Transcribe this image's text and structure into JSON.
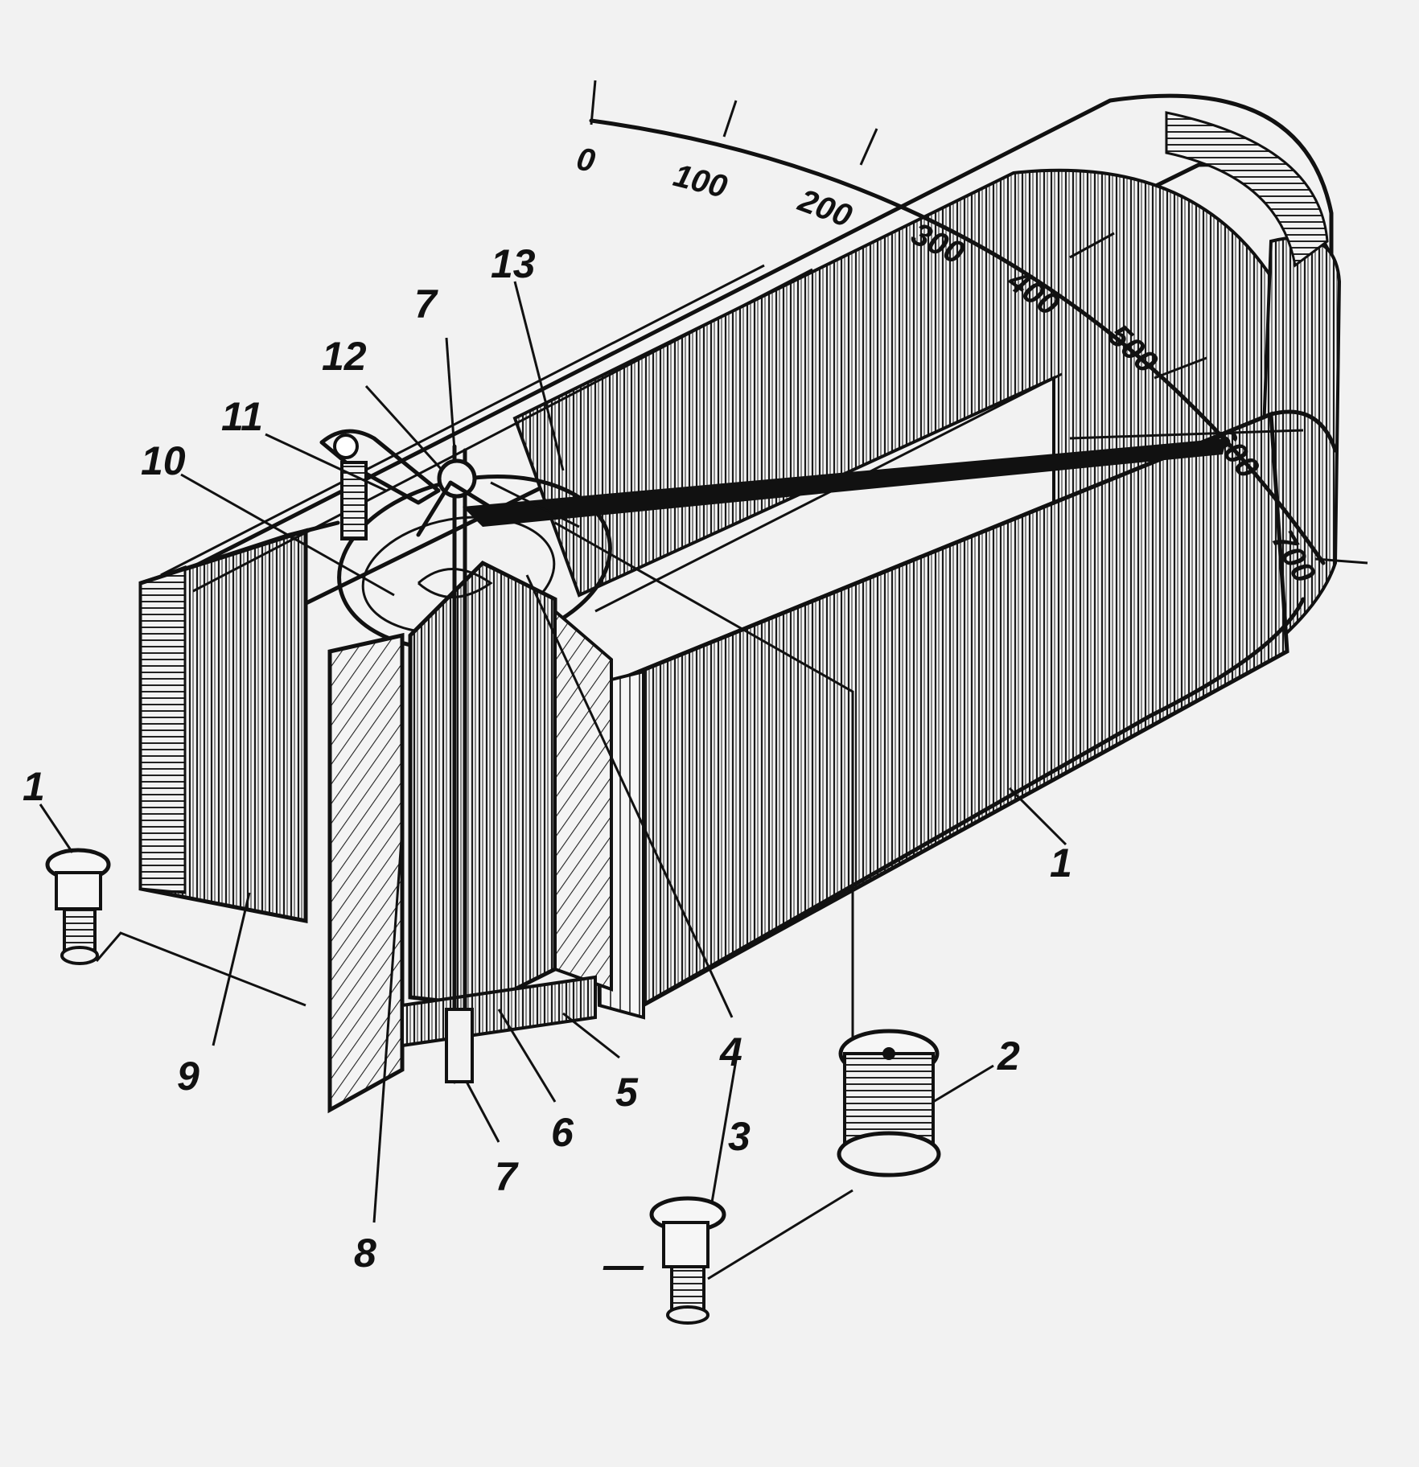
{
  "colors": {
    "ink": "#111111",
    "paper": "#f2f2f2"
  },
  "scale": {
    "ticks": [
      "0",
      "100",
      "200",
      "300",
      "400",
      "500",
      "600",
      "700"
    ]
  },
  "callouts": {
    "c1": "1",
    "c2": "2",
    "c3": "3",
    "c4": "4",
    "c5": "5",
    "c6": "6",
    "c7_top": "7",
    "c7_bottom": "7",
    "c8": "8",
    "c9": "9",
    "c10": "10",
    "c11": "11",
    "c12": "12",
    "c13": "13",
    "terminal_left": "1",
    "terminal_right_sign": "—"
  }
}
